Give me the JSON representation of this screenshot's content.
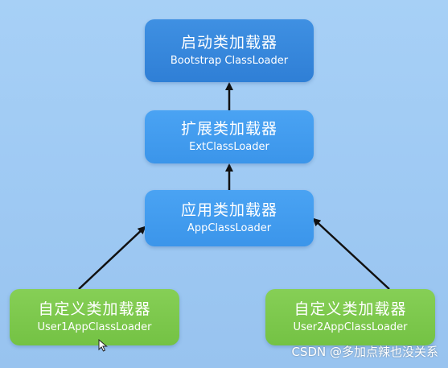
{
  "nodes": {
    "bootstrap": {
      "title": "启动类加载器",
      "subtitle": "Bootstrap ClassLoader"
    },
    "ext": {
      "title": "扩展类加载器",
      "subtitle": "ExtClassLoader"
    },
    "app": {
      "title": "应用类加载器",
      "subtitle": "AppClassLoader"
    },
    "user1": {
      "title": "自定义类加载器",
      "subtitle": "User1AppClassLoader"
    },
    "user2": {
      "title": "自定义类加载器",
      "subtitle": "User2AppClassLoader"
    }
  },
  "edges": [
    {
      "from": "ext",
      "to": "bootstrap"
    },
    {
      "from": "app",
      "to": "ext"
    },
    {
      "from": "user1",
      "to": "app"
    },
    {
      "from": "user2",
      "to": "app"
    }
  ],
  "watermark": "CSDN @多加点辣也没关系",
  "colors": {
    "background": "#a7d0f6",
    "node_blue": "#3f90e2",
    "node_green": "#7cc84b",
    "arrow": "#111111"
  },
  "icons": {
    "cursor": "mouse-pointer-icon"
  }
}
